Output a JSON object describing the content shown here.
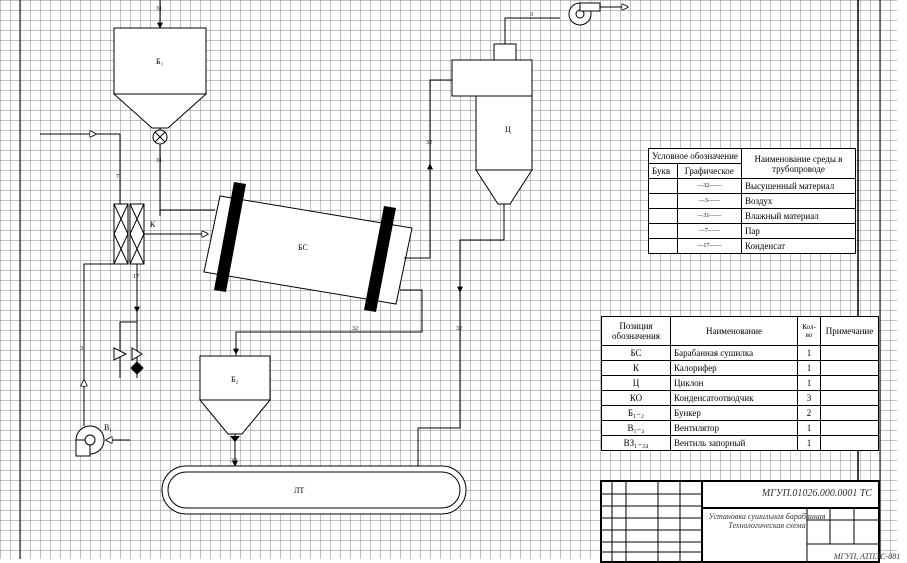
{
  "equipment_labels": {
    "bunker_top": "Б₁",
    "bunker_bottom": "Б₂",
    "cyclone": "Ц",
    "dryer": "БС",
    "heater": "К",
    "conveyor": "ЛТ",
    "fan": "В₁"
  },
  "line_codes": {
    "air": "3",
    "wet_material": "31",
    "dried_material": "32",
    "steam": "7",
    "condensate": "17"
  },
  "legend_table": {
    "header_designation": "Условное обозначение",
    "header_letter": "Букв",
    "header_graphic": "Графическое",
    "header_medium": "Наименование среды в трубопроводе",
    "rows": [
      {
        "code": "32",
        "name": "Высушенный материал"
      },
      {
        "code": "3",
        "name": "Воздух"
      },
      {
        "code": "31",
        "name": "Влажный материал"
      },
      {
        "code": "7",
        "name": "Пар"
      },
      {
        "code": "17",
        "name": "Конденсат"
      }
    ]
  },
  "spec_table": {
    "header_position": "Позиция обозначения",
    "header_name": "Наименование",
    "header_qty": "Кол-во",
    "header_note": "Примечание",
    "rows": [
      {
        "pos": "БС",
        "name": "Барабанная сушилка",
        "qty": "1"
      },
      {
        "pos": "К",
        "name": "Калорифер",
        "qty": "1"
      },
      {
        "pos": "Ц",
        "name": "Циклон",
        "qty": "1"
      },
      {
        "pos": "КО",
        "name": "Конденсатоотводчик",
        "qty": "3"
      },
      {
        "pos": "Б₁₋₂",
        "name": "Бункер",
        "qty": "2"
      },
      {
        "pos": "В₁₋₂",
        "name": "Вентилятор",
        "qty": "1"
      },
      {
        "pos": "ВЗ₁₋₃₄",
        "name": "Вентиль запорный",
        "qty": "1"
      }
    ]
  },
  "title_block": {
    "doc_code": "МГУП.01026.000.0001 ТС",
    "title": "Установка сушильная барабанная Технологическая схема",
    "org": "МГУП, АТПЭС-081"
  },
  "colors": {
    "line": "#000000",
    "grid": "#8a8a8a",
    "background": "#ffffff"
  }
}
